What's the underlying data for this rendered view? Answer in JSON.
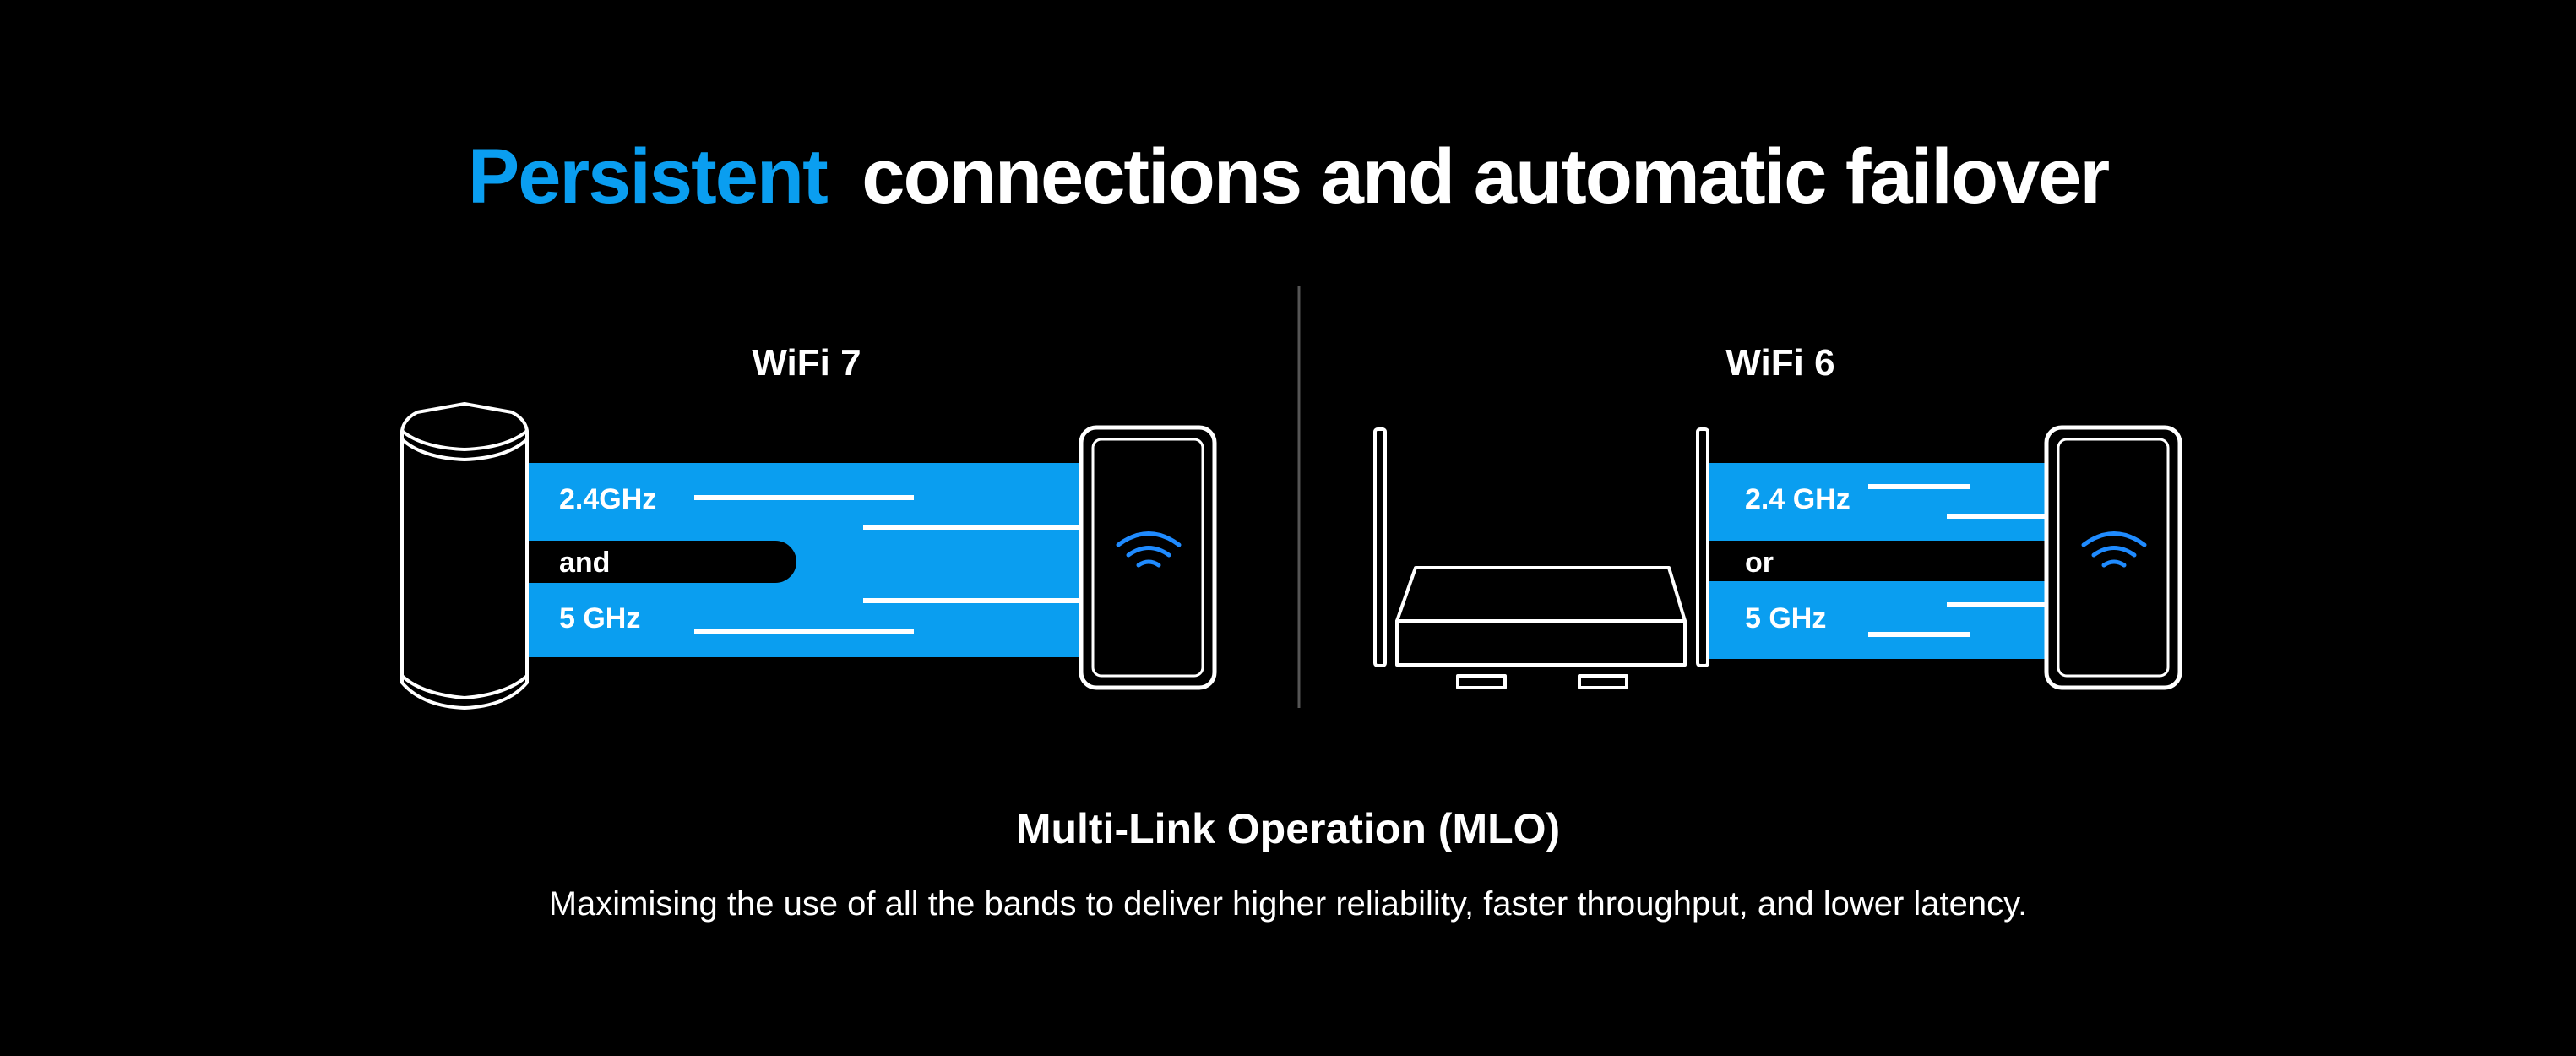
{
  "headline": {
    "highlight": "Persistent",
    "rest": "connections and automatic failover"
  },
  "wifi7": {
    "title": "WiFi 7",
    "band1": "2.4GHz",
    "joiner": "and",
    "band2": "5 GHz"
  },
  "wifi6": {
    "title": "WiFi 6",
    "band1": "2.4 GHz",
    "joiner": "or",
    "band2": "5 GHz"
  },
  "footer": {
    "title": "Multi-Link Operation (MLO)",
    "description": "Maximising the use of all the bands to deliver higher reliability, faster throughput, and lower latency."
  },
  "icons": [
    "mesh-router-icon",
    "smartphone-icon",
    "wifi-icon",
    "router-icon"
  ],
  "colors": {
    "background": "#000000",
    "accent": "#0a9ef0",
    "text": "#ffffff",
    "wifi_icon": "#1f8bff",
    "divider": "#555555"
  }
}
